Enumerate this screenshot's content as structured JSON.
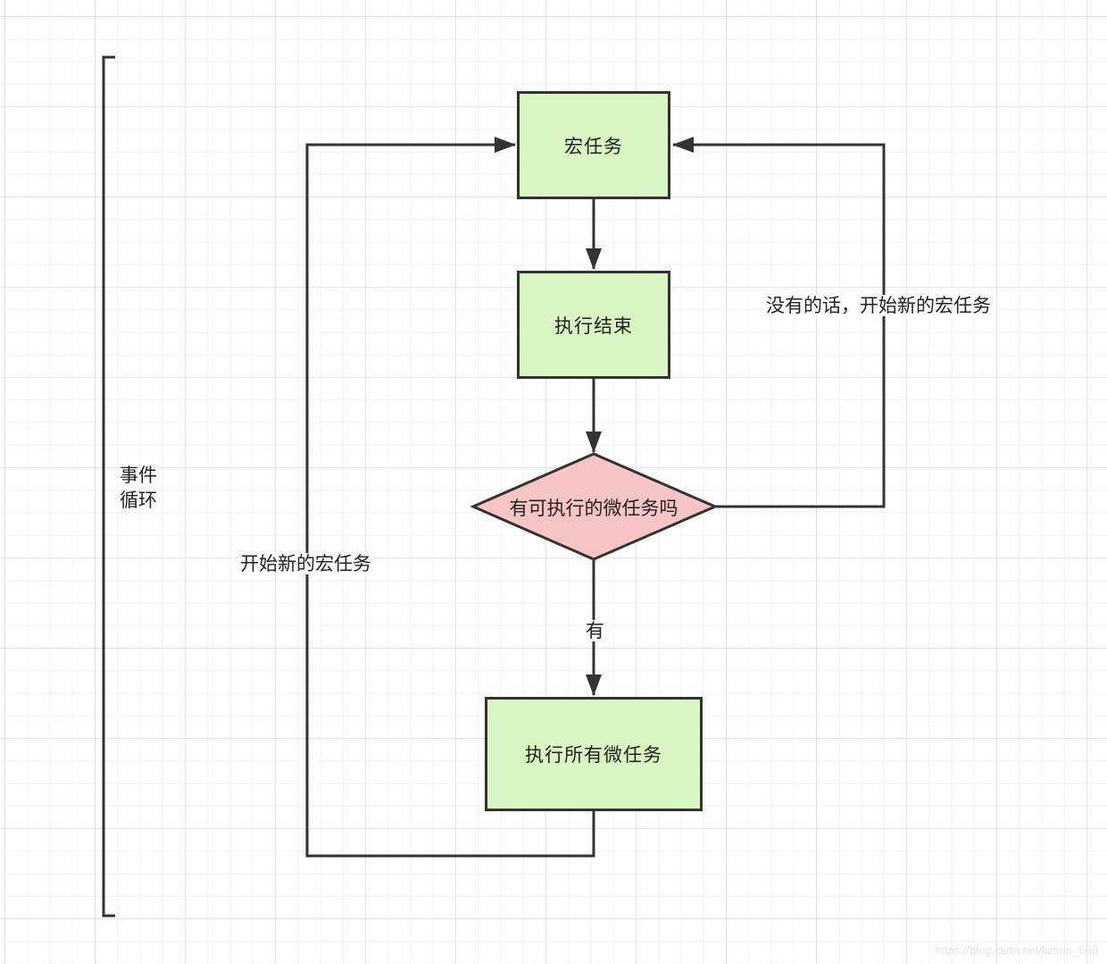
{
  "diagram": {
    "nodes": {
      "macro_task": "宏任务",
      "execution_end": "执行结束",
      "has_microtask": "有可执行的微任务吗",
      "run_all_microtasks": "执行所有微任务"
    },
    "edge_labels": {
      "no_start_new": "没有的话，开始新的宏任务",
      "yes": "有",
      "start_new": "开始新的宏任务"
    },
    "bracket_label_line1": "事件",
    "bracket_label_line2": "循环",
    "colors": {
      "process_fill": "#d9f5c2",
      "decision_fill": "#f8c5c5",
      "stroke": "#333333"
    }
  },
  "watermark": "https://blog.csdn.net/lizhuo_666"
}
